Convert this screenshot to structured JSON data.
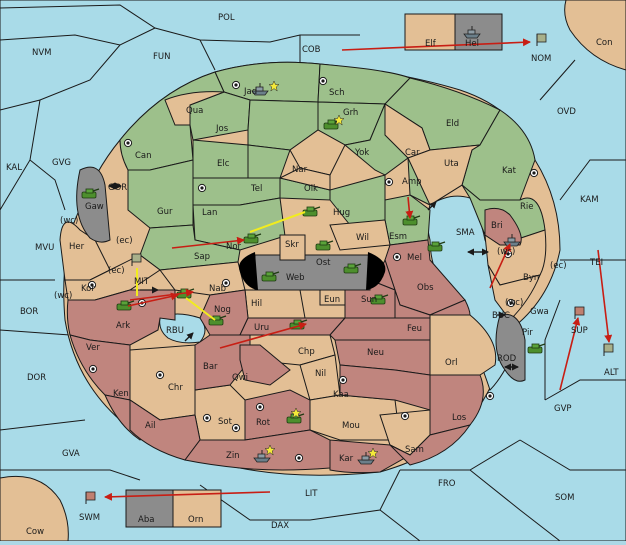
{
  "colors": {
    "sea": "#a9dbe8",
    "green_power": "#9dc08b",
    "neutral_tan": "#e3bf95",
    "rose_power": "#c0857e",
    "impassable": "#8c8c8c",
    "move_arrow": "#c81e14",
    "support_arrow": "#f2ec1e"
  },
  "labels": {
    "pol": "POL",
    "nvm": "NVM",
    "fun": "FUN",
    "cob": "COB",
    "con": "Con",
    "nom": "NOM",
    "ovd": "OVD",
    "kal": "KAL",
    "gvg": "GVG",
    "kam": "KAM",
    "gor": "GOR",
    "mvu": "MVU",
    "mit": "MIT",
    "sma": "SMA",
    "bor": "BOR",
    "tei": "TEI",
    "rbu": "RBU",
    "buc": "BUC",
    "sup": "SUP",
    "dor": "DOR",
    "rod": "ROD",
    "alt": "ALT",
    "gvp": "GVP",
    "gva": "GVA",
    "fro": "FRO",
    "som": "SOM",
    "lit": "LIT",
    "swm": "SWM",
    "dax": "DAX",
    "cow": "Cow",
    "elf": "Elf",
    "hel": "Hel",
    "jad": "Jad",
    "sch": "Sch",
    "qua": "Qua",
    "jos": "Jos",
    "grh": "Grh",
    "eld": "Eld",
    "can": "Can",
    "car": "Car",
    "yok": "Yok",
    "uta": "Uta",
    "nar": "Nar",
    "elc": "Elc",
    "kat": "Kat",
    "tel": "Tel",
    "olk": "Olk",
    "amp": "Amp",
    "gur": "Gur",
    "lan": "Lan",
    "hug": "Hug",
    "rie": "Rie",
    "gaw": "Gaw",
    "esm": "Esm",
    "bri": "Bri",
    "wil": "Wil",
    "her": "Her",
    "nor": "Nor",
    "skr": "Skr",
    "ost": "Ost",
    "sap": "Sap",
    "web": "Web",
    "mel": "Mel",
    "byn": "Byn",
    "kor": "Kor",
    "nab": "Nab",
    "eun": "Eun",
    "obs": "Obs",
    "sun": "Sun",
    "gwa": "Gwa",
    "hil": "Hil",
    "ark": "Ark",
    "nog": "Nog",
    "uru": "Uru",
    "feu": "Feu",
    "pir": "Pir",
    "ver": "Ver",
    "chp": "Chp",
    "neu": "Neu",
    "orl": "Orl",
    "bar": "Bar",
    "qwi": "Qwi",
    "nil": "Nil",
    "ken": "Ken",
    "chr": "Chr",
    "kaa": "Kaa",
    "los": "Los",
    "sot": "Sot",
    "rot": "Rot",
    "ail": "Ail",
    "mou": "Mou",
    "sam": "Sam",
    "zin": "Zin",
    "kar": "Kar",
    "aba": "Aba",
    "orn": "Orn",
    "wc": "(wc)",
    "ec": "(ec)"
  },
  "units": {
    "army": "army-icon",
    "fleet": "fleet-icon",
    "star": "star-icon"
  }
}
